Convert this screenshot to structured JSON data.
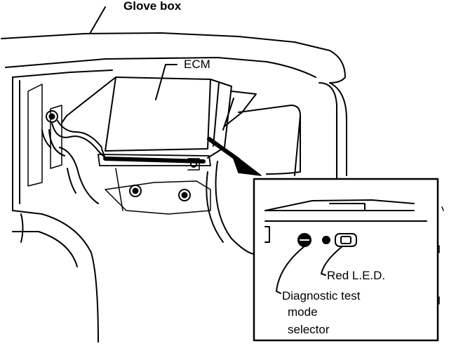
{
  "labels": {
    "glove_box": "Glove box",
    "ecm": "ECM",
    "red_led": "Red L.E.D.",
    "selector_line1": "Diagnostic test",
    "selector_line2": "mode",
    "selector_line3": "selector"
  },
  "colors": {
    "ink": "#000000",
    "paper": "#ffffff"
  }
}
